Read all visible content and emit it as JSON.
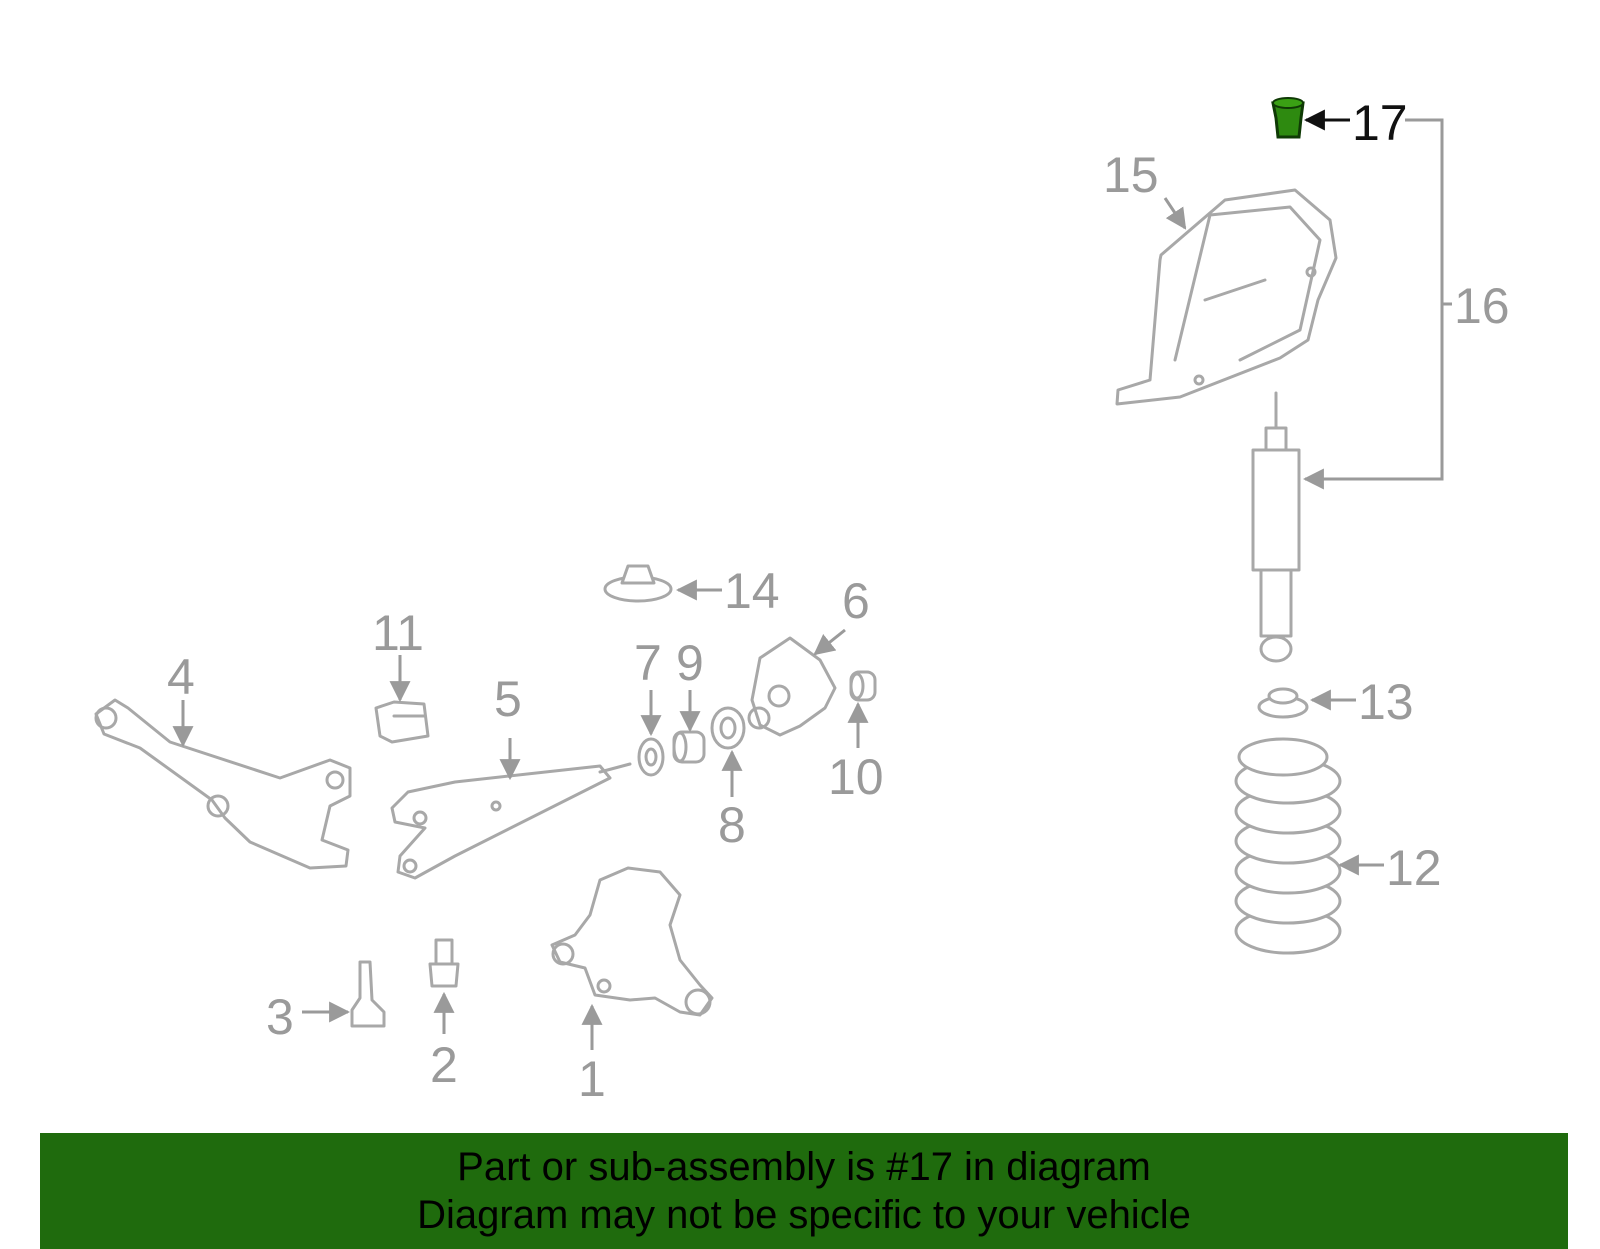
{
  "highlighted_part": "17",
  "colors": {
    "highlight": "#2e8a10",
    "banner": "#1f6b0d",
    "parts": "#a8a8a8",
    "labels": "#9a9a9a"
  },
  "callouts": {
    "c1": "1",
    "c2": "2",
    "c3": "3",
    "c4": "4",
    "c5": "5",
    "c6": "6",
    "c7": "7",
    "c8": "8",
    "c9": "9",
    "c10": "10",
    "c11": "11",
    "c12": "12",
    "c13": "13",
    "c14": "14",
    "c15": "15",
    "c16": "16",
    "c17": "17"
  },
  "banner": {
    "line1": "Part or sub-assembly is #17 in diagram",
    "line2": "Diagram may not be specific to your vehicle"
  }
}
